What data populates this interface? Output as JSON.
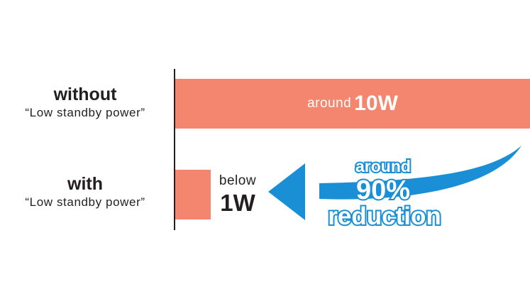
{
  "chart_data": {
    "type": "bar",
    "orientation": "horizontal",
    "categories": [
      {
        "bold": "without",
        "sub": "“Low standby power”"
      },
      {
        "bold": "with",
        "sub": "“Low standby power”"
      }
    ],
    "values": [
      10,
      1
    ],
    "unit": "W",
    "data_labels": [
      {
        "prefix": "around",
        "value": "10W"
      },
      {
        "prefix": "below",
        "value": "1W"
      }
    ],
    "xlim": [
      0,
      10
    ],
    "grid": false,
    "legend": false,
    "annotation": {
      "line1": "around",
      "line2": "90%",
      "line3": "reduction"
    }
  },
  "colors": {
    "bar": "#f4866f",
    "arrow": "#1a8fd6",
    "text": "#231f20"
  },
  "icons": [
    "arrow-left-icon"
  ]
}
